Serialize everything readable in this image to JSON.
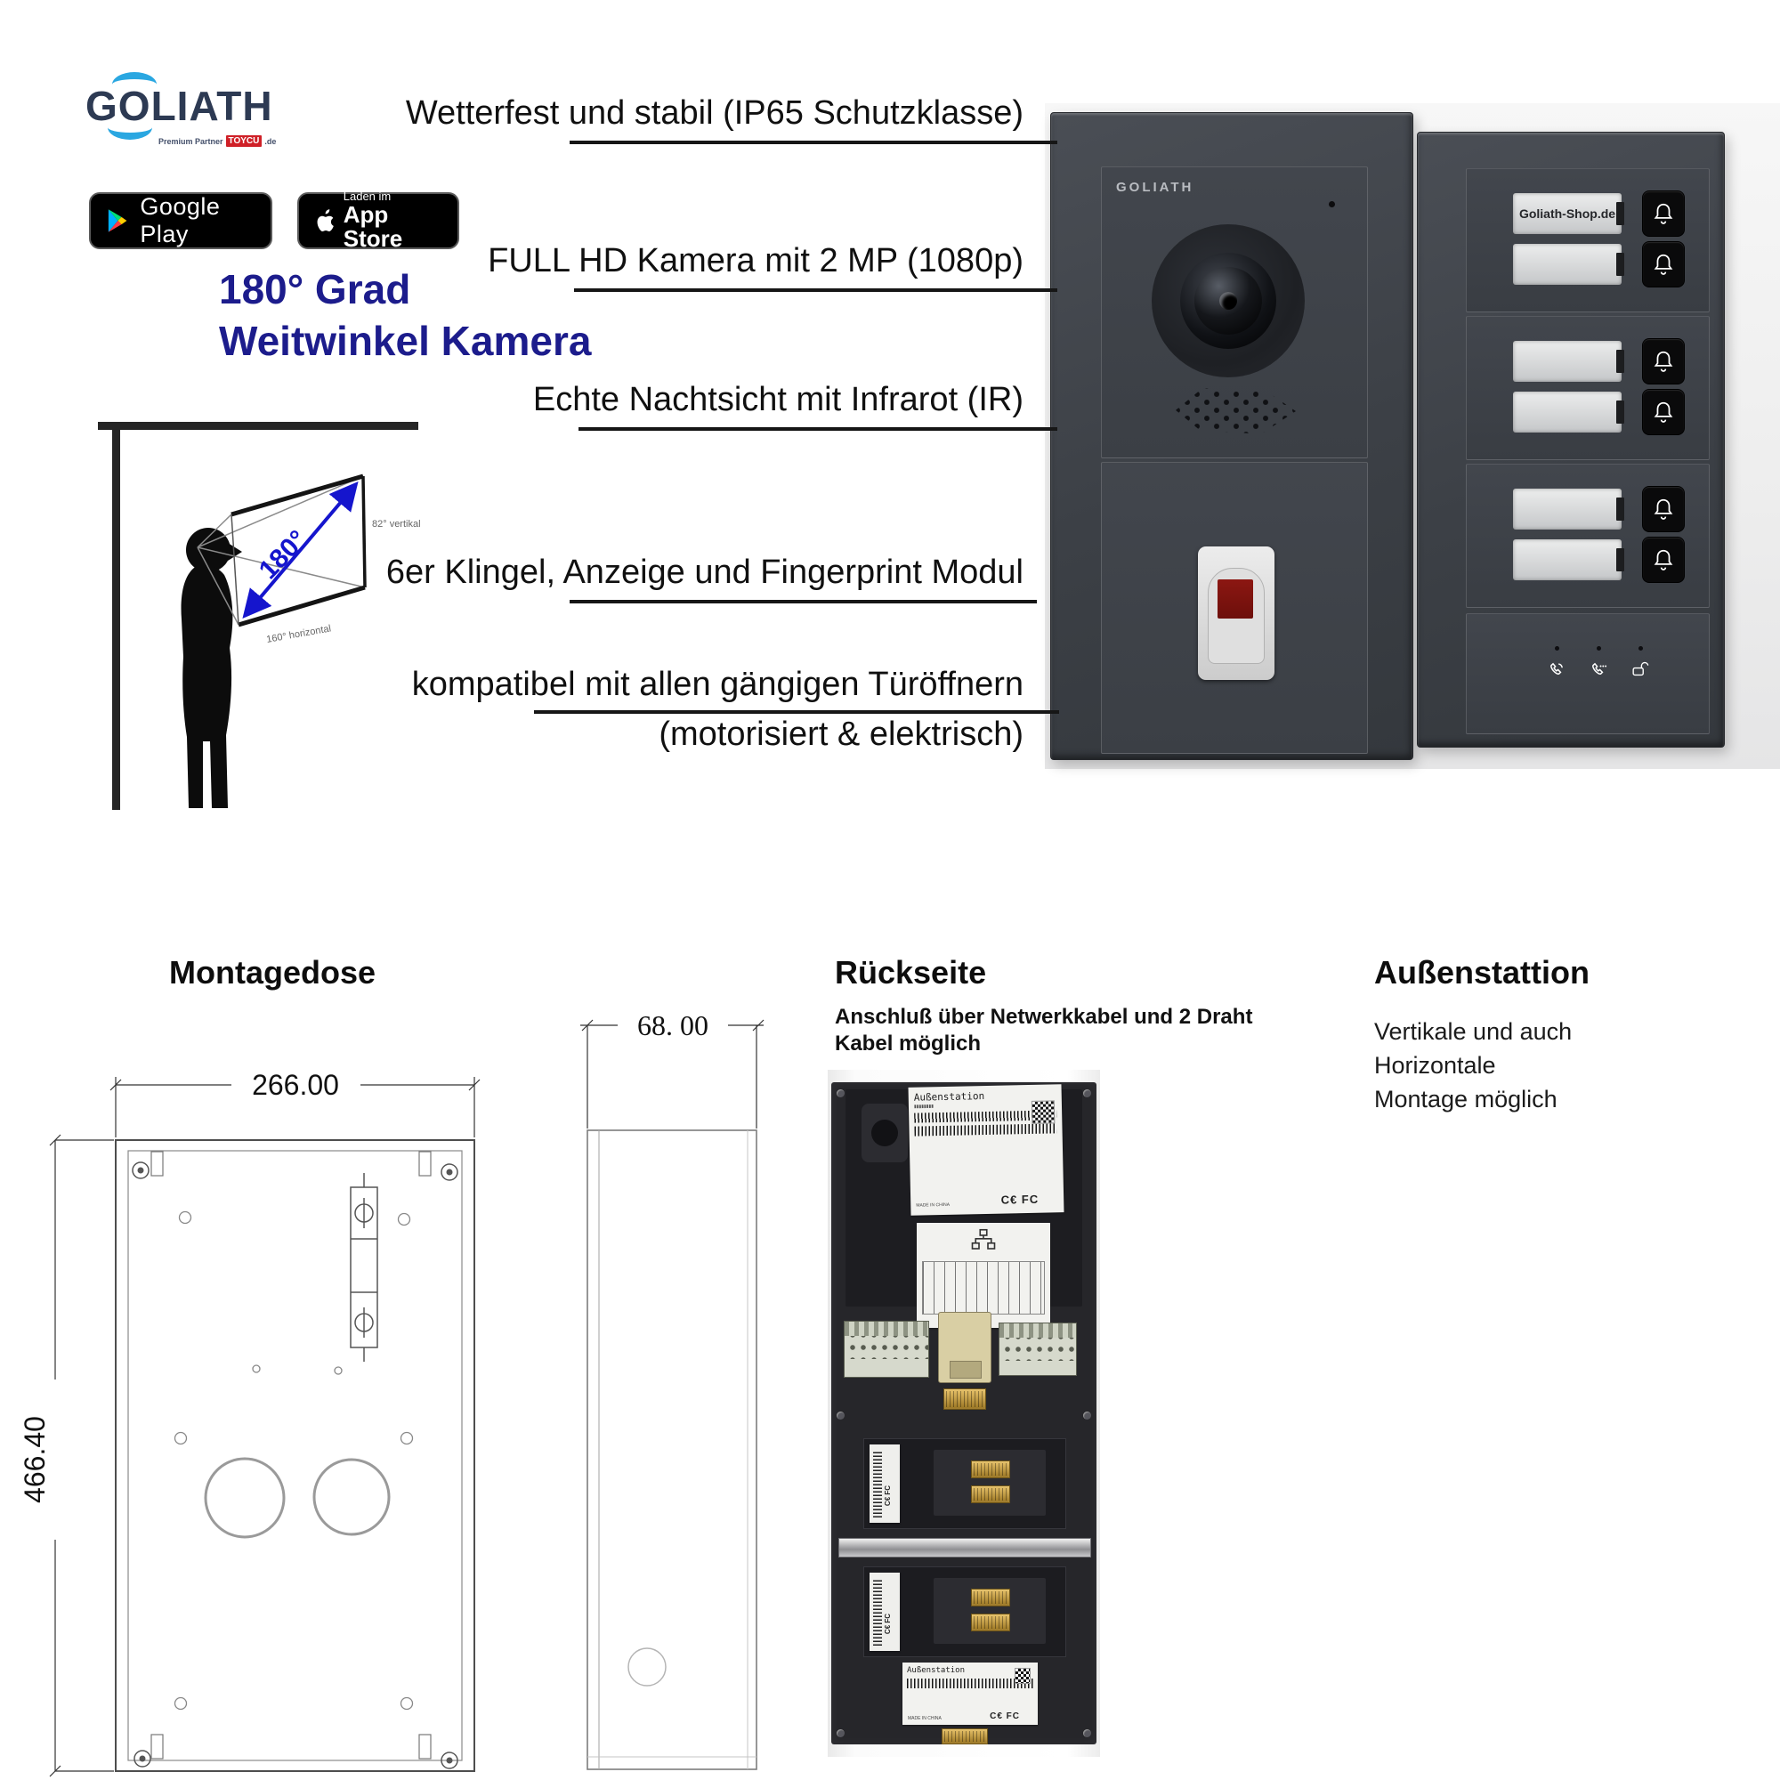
{
  "brand": {
    "logo_g": "G",
    "logo_o": "O",
    "logo_rest": "LIATH",
    "partner_prefix": "Premium Partner",
    "partner_brand": "TOYCU",
    "partner_suffix": ".de"
  },
  "store_badges": {
    "google_play": "Google Play",
    "app_store_line1": "Laden im",
    "app_store_line2": "App Store"
  },
  "headline": {
    "line1": "180° Grad",
    "line2": "Weitwinkel Kamera"
  },
  "features": {
    "f1": "Wetterfest und stabil (IP65 Schutzklasse)",
    "f2": "FULL HD Kamera mit 2 MP (1080p)",
    "f3": "Echte Nachtsicht mit Infrarot (IR)",
    "f4": "6er Klingel, Anzeige und Fingerprint Modul",
    "f5a": "kompatibel mit allen gängigen Türöffnern",
    "f5b": "(motorisiert & elektrisch)"
  },
  "fov_diagram": {
    "diagonal": "180°",
    "vertical": "82° vertikal",
    "horizontal": "160° horizontal"
  },
  "door_station": {
    "brand_label": "GOLIATH",
    "nameplates": [
      "Goliath-Shop.de",
      "",
      "",
      "",
      "",
      ""
    ],
    "icon_names": [
      "bell-icon",
      "bell-icon",
      "bell-icon",
      "bell-icon",
      "bell-icon",
      "bell-icon",
      "call-ring-icon",
      "call-active-icon",
      "door-unlock-icon"
    ]
  },
  "montagedose": {
    "title": "Montagedose",
    "dim_width": "266.00",
    "dim_depth": "68. 00",
    "dim_height": "466.40"
  },
  "rueckseite": {
    "title": "Rückseite",
    "note1": "Anschluß über Netwerkkabel und 2 Draht",
    "note2": "Kabel möglich",
    "label_title": "Außenstation",
    "cert": "C€ FC",
    "made_in": "MADE IN CHINA"
  },
  "aussenstation": {
    "title": "Außenstattion",
    "line1": "Vertikale und auch",
    "line2": "Horizontale",
    "line3": "Montage möglich"
  },
  "colors": {
    "headline_navy": "#1c1c8c",
    "logo_navy": "#2d3a53",
    "logo_blue": "#2aa7e1",
    "partner_red": "#cf2027",
    "device_gray": "#3d4147",
    "bell_black": "#0a0a0b",
    "nameplate_gray": "#d9dadb",
    "sensor_red": "#8c1712",
    "arrow_blue": "#1515cd"
  }
}
